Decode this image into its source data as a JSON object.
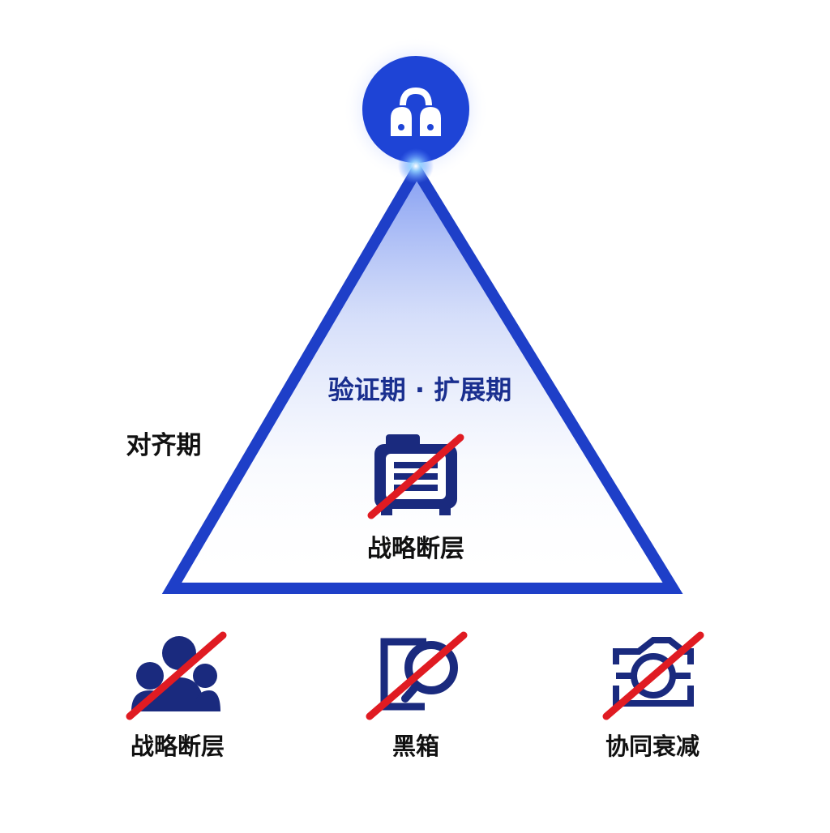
{
  "diagram": {
    "apex_icon": "lock-cluster-icon",
    "phase_label": "验证期 · 扩展期",
    "side_label": "对齐期",
    "center": {
      "icon": "document-icon",
      "label": "战略断层"
    },
    "bottom_items": [
      {
        "icon": "team-icon",
        "label": "战略断层"
      },
      {
        "icon": "search-box-icon",
        "label": "黑箱"
      },
      {
        "icon": "network-frame-icon",
        "label": "协同衰减"
      }
    ],
    "colors": {
      "primary_blue": "#1e3fc8",
      "dark_navy": "#1a2a7e",
      "strike_red": "#e01b22",
      "text": "#111111"
    }
  }
}
